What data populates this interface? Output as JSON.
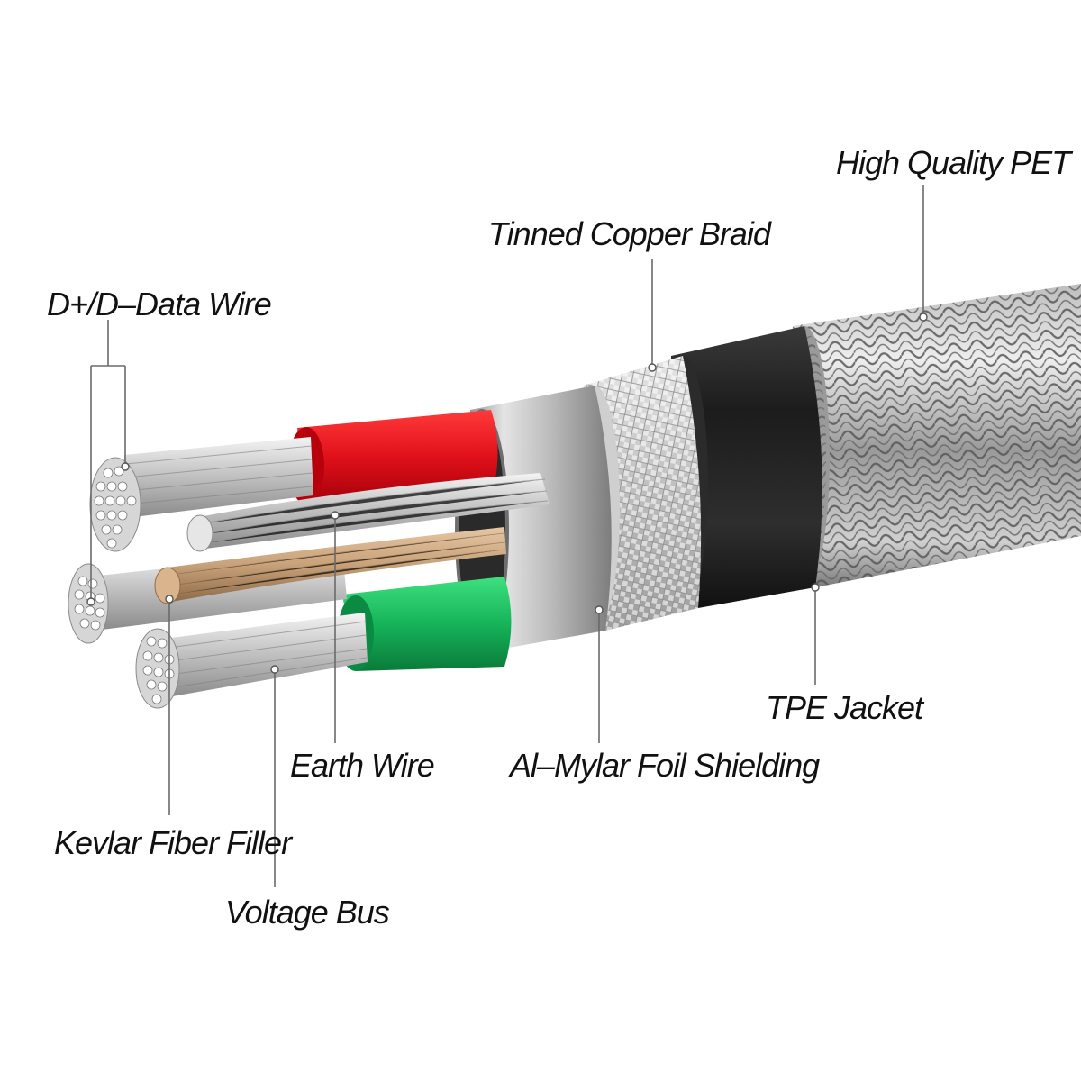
{
  "labels": {
    "data_wire": "D+/D–Data Wire",
    "tinned_copper_braid": "Tinned Copper Braid",
    "high_quality_pet": "High Quality PET",
    "tpe_jacket": "TPE Jacket",
    "earth_wire": "Earth Wire",
    "foil_shielding": "Al–Mylar Foil Shielding",
    "kevlar_filler": "Kevlar Fiber Filler",
    "voltage_bus": "Voltage Bus"
  },
  "colors": {
    "red_insulation": "#e0101a",
    "green_insulation": "#16b45a",
    "tpe_jacket": "#2a2a2a",
    "foil": "#c9c9c9",
    "braid": "#d2d2d2",
    "pet_braid": "#8c8c8c",
    "kevlar": "#c8a27a",
    "strand": "#d9d9d9"
  }
}
